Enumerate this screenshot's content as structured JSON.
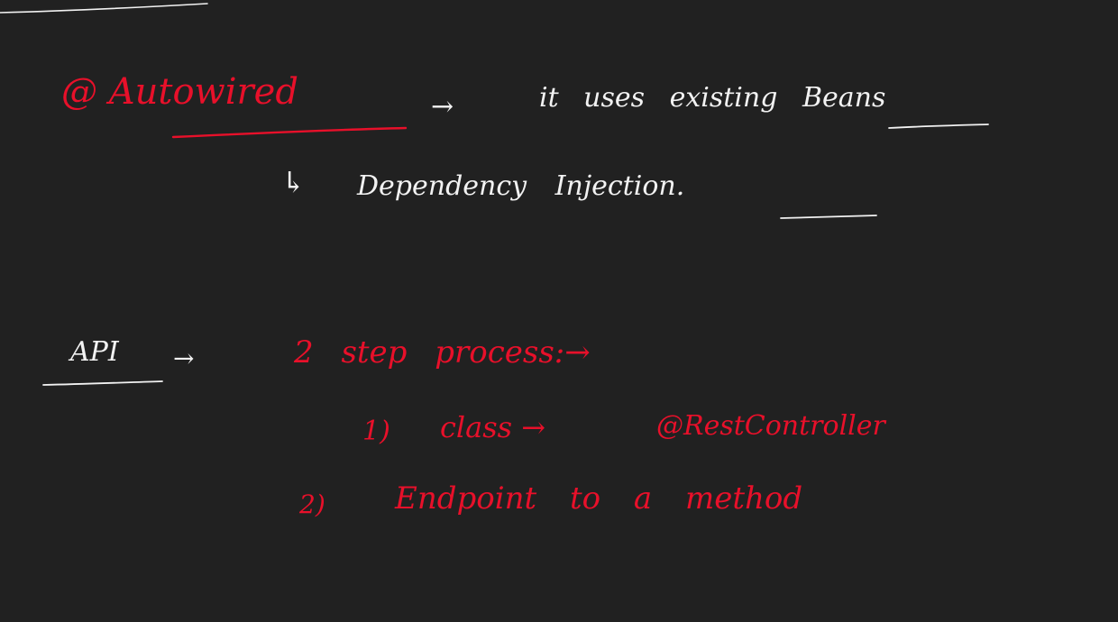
{
  "colors": {
    "background": "#212121",
    "red_ink": "#e8102a",
    "white_ink": "#f2f2f2"
  },
  "notes": {
    "line1": {
      "autowired": "@ Autowired",
      "arrow": "→",
      "rest": "it uses existing Beans"
    },
    "line2": {
      "prefix": "↳",
      "text": "Dependency Injection."
    },
    "api": {
      "label": "API",
      "arrow": "→",
      "process": "2 step process:→"
    },
    "steps": [
      {
        "number": "1)",
        "text": "class →",
        "annotation": "@RestController"
      },
      {
        "number": "2)",
        "text": "Endpoint to a method"
      }
    ]
  }
}
